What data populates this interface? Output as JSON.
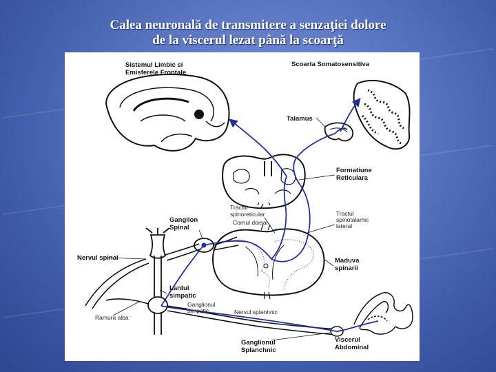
{
  "slide": {
    "title_line1": "Calea neuronală de transmitere a senzaţiei dolore",
    "title_line2": "de la viscerul lezat până la scoarţă"
  },
  "labels": {
    "limbic_1": "Sistemul Limbic si",
    "limbic_2": "Emisferele Frontale",
    "cortex": "Scoarta Somatosensitiva",
    "thalamus": "Talamus",
    "reticular_1": "Formatiune",
    "reticular_2": "Reticulara",
    "tract_sr_1": "Tractul",
    "tract_sr_2": "spinoreticular",
    "tract_st_1": "Tractul",
    "tract_st_2": "spinotalamic",
    "tract_st_3": "lateral",
    "dorsal_horn": "Cornul dorsal",
    "spinal_ganglion_1": "Ganglion",
    "spinal_ganglion_2": "Spinal",
    "spinal_nerve": "Nervul spinal",
    "spinal_cord_1": "Maduva",
    "spinal_cord_2": "spinarii",
    "sympathetic_chain_1": "Lantul",
    "sympathetic_chain_2": "simpatic",
    "sympathetic_ganglion_1": "Ganglionul",
    "sympathetic_ganglion_2": "simpatic",
    "white_ramus": "Ramura alba",
    "splanchnic_nerve": "Nervul splanhnic",
    "splanchnic_ganglion_1": "Ganglionul",
    "splanchnic_ganglion_2": "Splanchnic",
    "viscus_1": "Viscerul",
    "viscus_2": "Abdominal"
  },
  "colors": {
    "pathway": "#1f2f9e",
    "outline": "#111111",
    "background_top": "#7e97d6",
    "background_bottom": "#2f4690"
  }
}
